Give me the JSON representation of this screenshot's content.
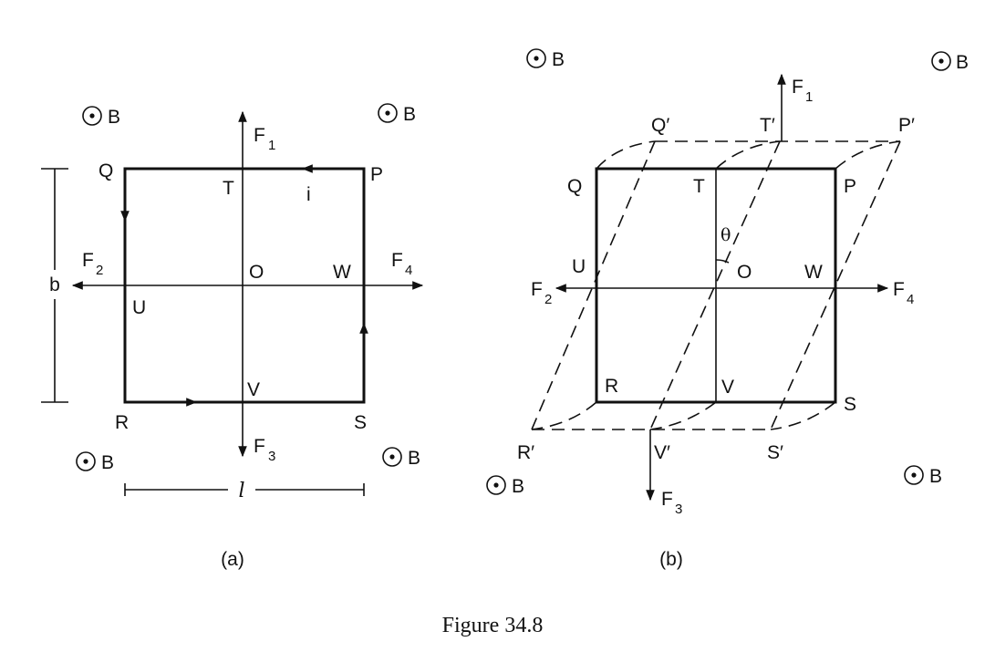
{
  "panel_a": {
    "corners": {
      "P": "P",
      "Q": "Q",
      "R": "R",
      "S": "S"
    },
    "midpoints": {
      "T": "T",
      "U": "U",
      "V": "V",
      "W": "W"
    },
    "center": "O",
    "current": "i",
    "forces": {
      "F1": {
        "base": "F",
        "sub": "1"
      },
      "F2": {
        "base": "F",
        "sub": "2"
      },
      "F3": {
        "base": "F",
        "sub": "3"
      },
      "F4": {
        "base": "F",
        "sub": "4"
      }
    },
    "field": "B",
    "height_label": "b",
    "width_label": "l",
    "caption": "(a)"
  },
  "panel_b": {
    "corners": {
      "P": "P",
      "Q": "Q",
      "R": "R",
      "S": "S"
    },
    "primed": {
      "P": "P′",
      "Q": "Q′",
      "R": "R′",
      "S": "S′",
      "T": "T′",
      "V": "V′"
    },
    "midpoints": {
      "T": "T",
      "U": "U",
      "V": "V",
      "W": "W"
    },
    "center": "O",
    "angle": "θ",
    "forces": {
      "F1": {
        "base": "F",
        "sub": "1"
      },
      "F2": {
        "base": "F",
        "sub": "2"
      },
      "F3": {
        "base": "F",
        "sub": "3"
      },
      "F4": {
        "base": "F",
        "sub": "4"
      }
    },
    "field": "B",
    "caption": "(b)"
  },
  "figure_caption": "Figure 34.8"
}
